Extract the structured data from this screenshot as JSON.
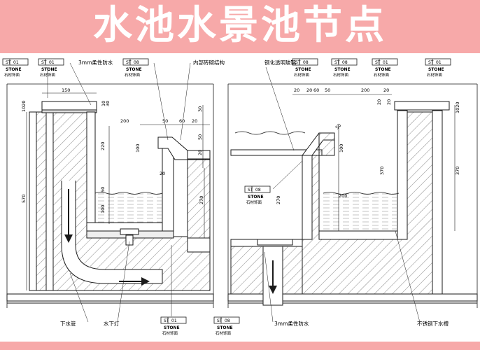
{
  "title": "水池水景池节点",
  "colors": {
    "banner": "#f7a9a9",
    "title_text": "#ffffff",
    "line": "#1a1a1a"
  },
  "tags": {
    "code": "ST",
    "number_01": "01",
    "number_08": "08",
    "label": "STONE",
    "sublabel": "石材饰面"
  },
  "left_detail": {
    "callouts": {
      "flexible_waterproof": "3mm柔性防水",
      "inner_brick": "内部砖砌结构",
      "drain_pipe": "下水管",
      "underwater_light": "水下灯"
    },
    "dimensions": {
      "d150": "150",
      "d1020": "1020",
      "d570": "570",
      "d200": "200",
      "d50a": "50",
      "d60": "60",
      "d20a": "20",
      "d50b": "50",
      "d30": "30",
      "d220": "220",
      "d100a": "100",
      "d20b": "20",
      "d50c": "50",
      "d100b": "100",
      "d270": "270",
      "d10": "10",
      "d20c": "20",
      "d30b": "30"
    }
  },
  "right_detail": {
    "callouts": {
      "tempered_glass": "钢化透明玻璃",
      "flexible_waterproof": "3mm柔性防水",
      "steel_gutter": "不锈钢下水槽"
    },
    "dimensions": {
      "d20a": "20",
      "d20b": "20",
      "d60": "60",
      "d50": "50",
      "d200": "200",
      "d20c": "20",
      "d100": "100",
      "d370a": "370",
      "d370b": "370",
      "d1020": "1020",
      "d20d": "20",
      "d20e": "20",
      "d50b": "50",
      "d200b": "200",
      "d270": "270"
    }
  }
}
